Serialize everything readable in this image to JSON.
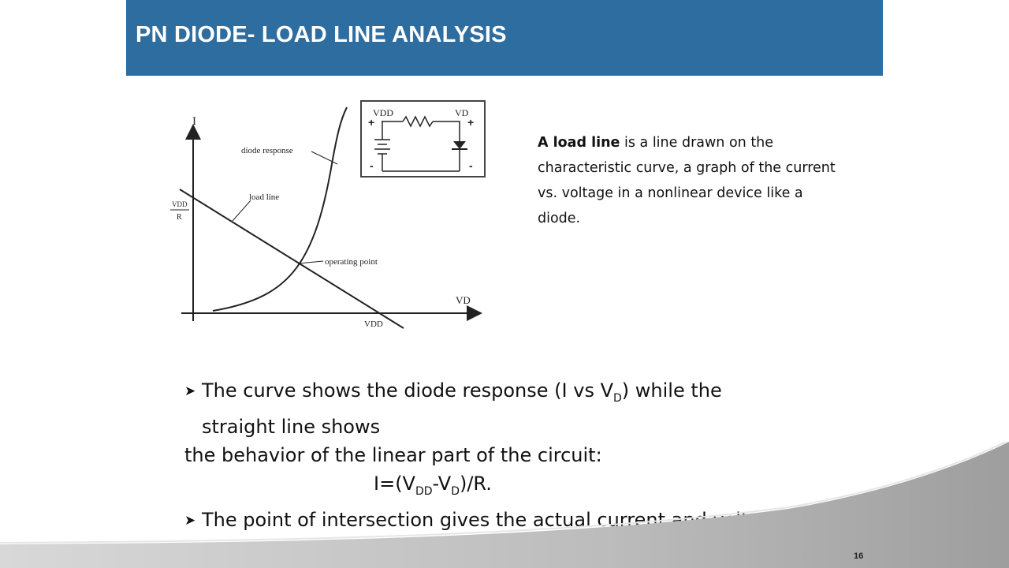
{
  "slide": {
    "title": "PN DIODE- LOAD LINE ANALYSIS",
    "page_number": "16"
  },
  "figure": {
    "y_axis_label": "I",
    "x_axis_label": "VD",
    "y_intercept_label_top": "VDD",
    "y_intercept_label_bottom": "R",
    "x_intercept_label": "VDD",
    "diode_response_label": "diode response",
    "load_line_label": "load line",
    "operating_point_label": "operating point"
  },
  "circuit": {
    "source_label": "VDD",
    "diode_label": "VD",
    "plus_left": "+",
    "plus_right": "+",
    "minus_left": "-",
    "minus_right": "-"
  },
  "definition": {
    "bold_term": "A load line",
    "rest": " is a line drawn on the characteristic curve, a graph of the current vs. voltage in a nonlinear device like a diode."
  },
  "bullets": {
    "line1_pre": "The curve shows the diode response (I vs V",
    "line1_sub": "D",
    "line1_post": ") while the",
    "line2": "straight line shows",
    "line3": "the behavior of the linear part of the circuit:",
    "formula_pre": "I=(V",
    "formula_sub1": "DD",
    "formula_mid": "-V",
    "formula_sub2": "D",
    "formula_post": ")/R.",
    "line5": "The point of intersection gives the actual current and voltage."
  },
  "colors": {
    "title_bar": "#2e6da0",
    "title_text": "#ffffff",
    "swoosh": "#b9b9b9"
  }
}
